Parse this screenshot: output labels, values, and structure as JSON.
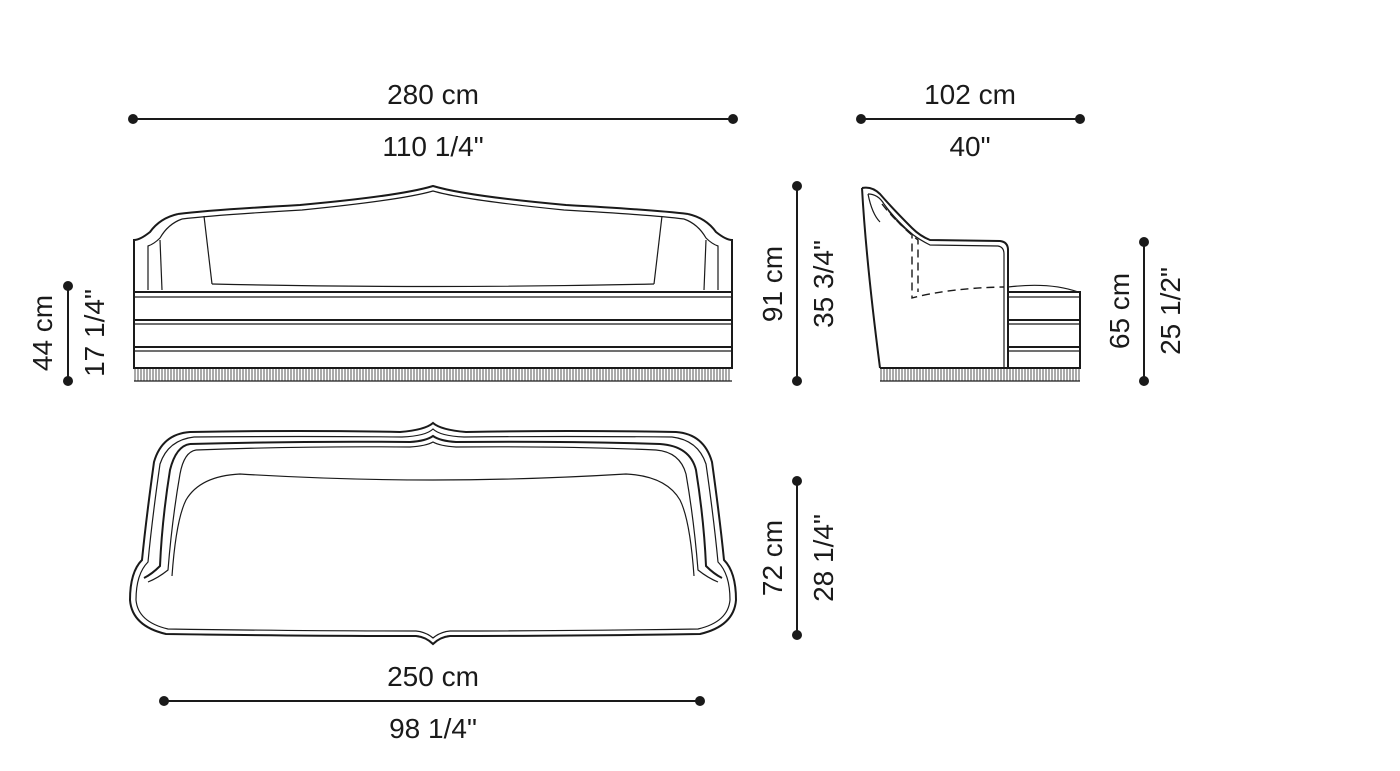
{
  "dimensions": {
    "front_width": {
      "metric": "280 cm",
      "imperial": "110 1/4\""
    },
    "side_depth": {
      "metric": "102 cm",
      "imperial": "40\""
    },
    "total_height": {
      "metric": "91 cm",
      "imperial": "35 3/4\""
    },
    "seat_height": {
      "metric": "44 cm",
      "imperial": "17 1/4\""
    },
    "arm_height": {
      "metric": "65 cm",
      "imperial": "25 1/2\""
    },
    "top_seat_depth": {
      "metric": "72 cm",
      "imperial": "28 1/4\""
    },
    "top_seat_width": {
      "metric": "250 cm",
      "imperial": "98 1/4\""
    }
  }
}
